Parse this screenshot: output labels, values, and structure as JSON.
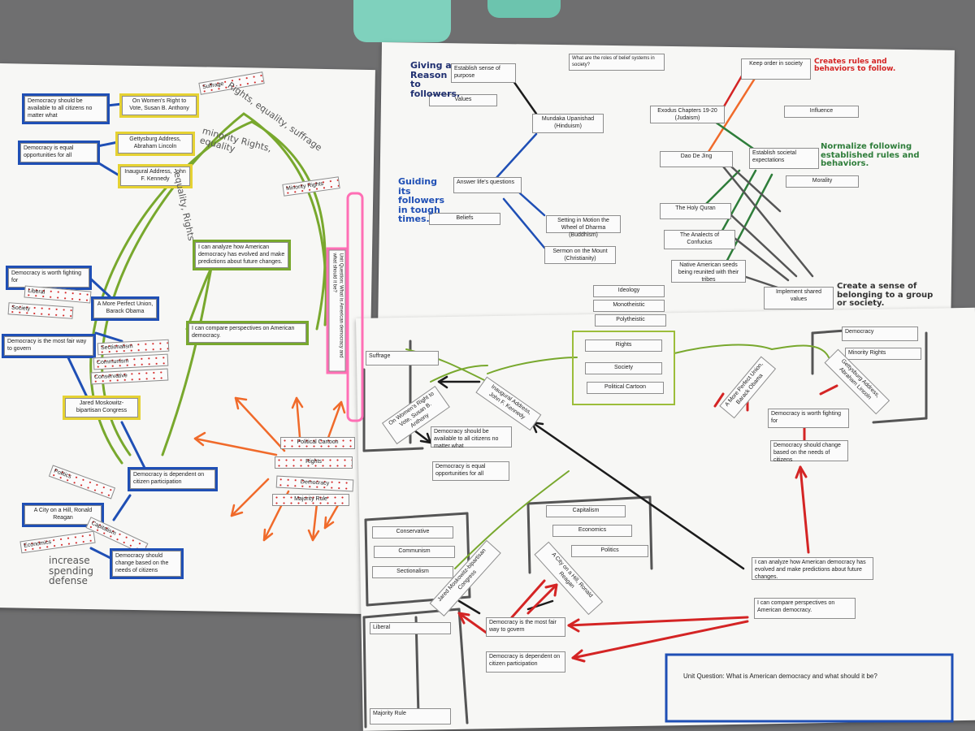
{
  "left_poster": {
    "labels": {
      "suffrage": "Suffrage",
      "democracy_available": "Democracy should be available to all citizens no matter what",
      "womens_right": "On Women's Right to Vote, Susan B. Anthony",
      "democracy_equal": "Democracy is equal opportunities for all",
      "gettysburg": "Gettysburg Address, Abraham Lincoln",
      "inaugural": "Inaugural Address, John F. Kennedy",
      "minority_rights": "Minority Rights",
      "analyze": "I can analyze how American democracy has evolved and make predictions about future changes.",
      "worth_fighting": "Democracy is worth fighting for",
      "liberal": "Liberal",
      "society": "Society",
      "more_perfect": "A More Perfect Union, Barack Obama",
      "most_fair": "Democracy is the most fair way to govern",
      "sectionalism": "Sectionalism",
      "communism": "Communism",
      "conservative": "Conservative",
      "compare": "I can compare perspectives on American democracy.",
      "moskowitz": "Jared Moskowitz-bipartisan Congress",
      "dependent": "Democracy is dependent on citizen participation",
      "political_cartoon": "Political Cartoon",
      "rights": "Rights",
      "democracy": "Democracy",
      "majority_rule": "Majority Rule",
      "politics": "Politics",
      "city_hill": "A City on a Hill, Ronald Reagan",
      "economics": "Economics",
      "capitalism": "Capitalism",
      "should_change": "Democracy should change based on the needs of citizens",
      "unit_question": "Unit Question: What is American democracy and what should it be?"
    },
    "handwriting": {
      "rights_equality_suffrage": "Rights, equality, suffrage",
      "minority_rights_equality": "minority Rights, equality",
      "equality_rights": "equality, Rights",
      "increase_spending": "increase spending defense"
    }
  },
  "right_poster": {
    "labels": {
      "roles_question": "What are the roles of belief systems in society?",
      "establish_purpose": "Establish sense of purpose",
      "values": "Values",
      "mundaka": "Mundaka Upanishad (Hinduism)",
      "answer_questions": "Answer life's questions",
      "beliefs": "Beliefs",
      "wheel_dharma": "Setting in Motion the Wheel of Dharma (Buddhism)",
      "sermon_mount": "Sermon on the Mount (Christianity)",
      "ideology": "Ideology",
      "monotheistic": "Monotheistic",
      "polytheistic": "Polytheistic",
      "keep_order": "Keep order in society",
      "exodus": "Exodus Chapters 19-20 (Judaism)",
      "influence": "Influence",
      "dao": "Dao De Jing",
      "societal_expectations": "Establish societal expectations",
      "morality": "Morality",
      "quran": "The Holy Quran",
      "analects": "The Analects of Confucius",
      "native_seeds": "Native American seeds being reunited with their tribes",
      "shared_values": "Implement shared values"
    },
    "handwriting": {
      "giving_reason": "Giving a Reason to followers.",
      "guiding": "Guiding its followers in tough times.",
      "creates_rules": "Creates rules and behaviors to follow.",
      "normalize": "Normalize following established rules and behaviors.",
      "sense_belonging": "Create a sense of belonging to a group or society."
    }
  },
  "bottom_poster": {
    "labels": {
      "suffrage": "Suffrage",
      "rights": "Rights",
      "society": "Society",
      "political_cartoon": "Political Cartoon",
      "democracy": "Democracy",
      "minority_rights": "Minority Rights",
      "womens_right": "On Women's Right to Vote, Susan B. Anthony",
      "inaugural": "Inaugural Address, John F. Kennedy",
      "more_perfect": "A More Perfect Union, Barack Obama",
      "gettysburg": "Gettysburg Address, Abraham Lincoln",
      "democracy_available": "Democracy should be available to all citizens no matter what",
      "democracy_equal": "Democracy is equal opportunities for all",
      "worth_fighting": "Democracy is worth fighting for",
      "should_change": "Democracy should change based on the needs of citizens",
      "conservative": "Conservative",
      "communism": "Communism",
      "sectionalism": "Sectionalism",
      "capitalism": "Capitalism",
      "economics": "Economics",
      "politics": "Politics",
      "moskowitz": "Jared Moskowitz-bipartisan Congress",
      "city_hill": "A City on a Hill, Ronald Reagan",
      "analyze": "I can analyze how American democracy has evolved and make predictions about future changes.",
      "compare": "I can compare perspectives on American democracy.",
      "most_fair": "Democracy is the most fair way to govern",
      "dependent": "Democracy is dependent on citizen participation",
      "liberal": "Liberal",
      "majority_rule": "Majority Rule",
      "unit_question": "Unit Question: What is American democracy and what should it be?"
    }
  },
  "colors": {
    "table": "#6f6f70",
    "paper": "#f7f7f5",
    "blue": "#1f4fb5",
    "green": "#78a82d",
    "dark_green": "#2e7d3a",
    "yellow": "#e6d233",
    "orange": "#f06a2a",
    "red": "#d42424",
    "black": "#1b1b1b",
    "gray": "#555555",
    "pink": "#ff6fb5",
    "teal": "#7fd1bd"
  }
}
